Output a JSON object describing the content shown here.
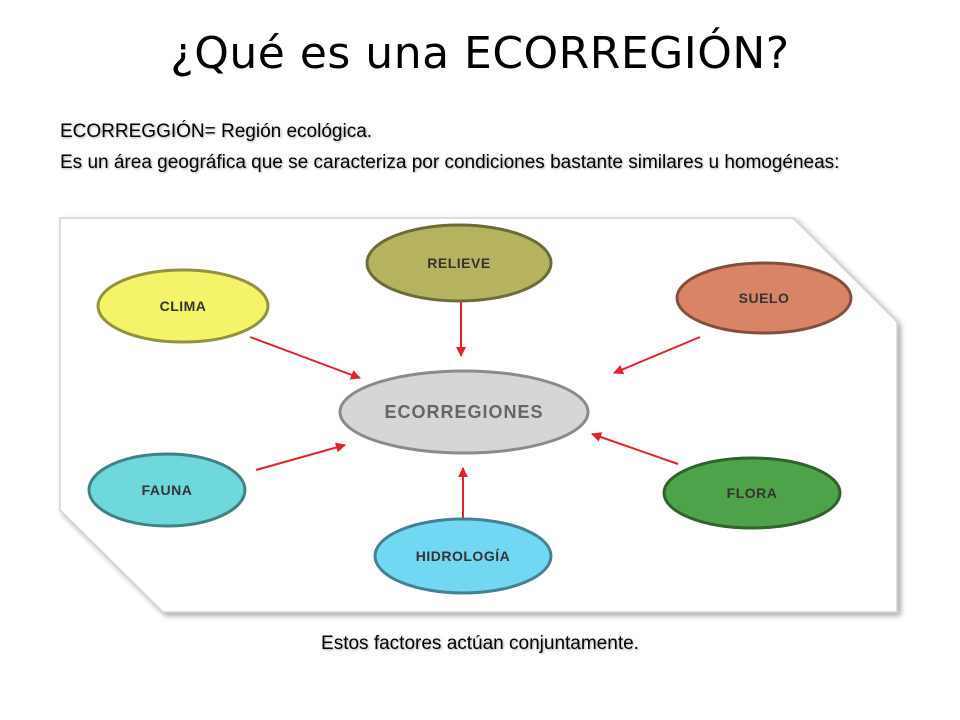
{
  "slide": {
    "title": "¿Qué es una ECORREGIÓN?",
    "definition": "ECORREGGIÓN= Región ecológica.",
    "description": "Es un área geográfica que se caracteriza por condiciones bastante similares u homogéneas:",
    "caption": "Estos factores actúan conjuntamente."
  },
  "diagram": {
    "center": {
      "label": "ECORREGIONES",
      "color": "#d6d6d6"
    },
    "nodes": [
      {
        "id": "relieve",
        "label": "RELIEVE",
        "color": "#b5b35f"
      },
      {
        "id": "clima",
        "label": "CLIMA",
        "color": "#f4f36a"
      },
      {
        "id": "suelo",
        "label": "SUELO",
        "color": "#d98466"
      },
      {
        "id": "fauna",
        "label": "FAUNA",
        "color": "#6fd8dc"
      },
      {
        "id": "hidrologia",
        "label": "HIDROLOGÍA",
        "color": "#72d7f3"
      },
      {
        "id": "flora",
        "label": "FLORA",
        "color": "#4ea34a"
      }
    ],
    "arrow_color": "#e0232e"
  }
}
